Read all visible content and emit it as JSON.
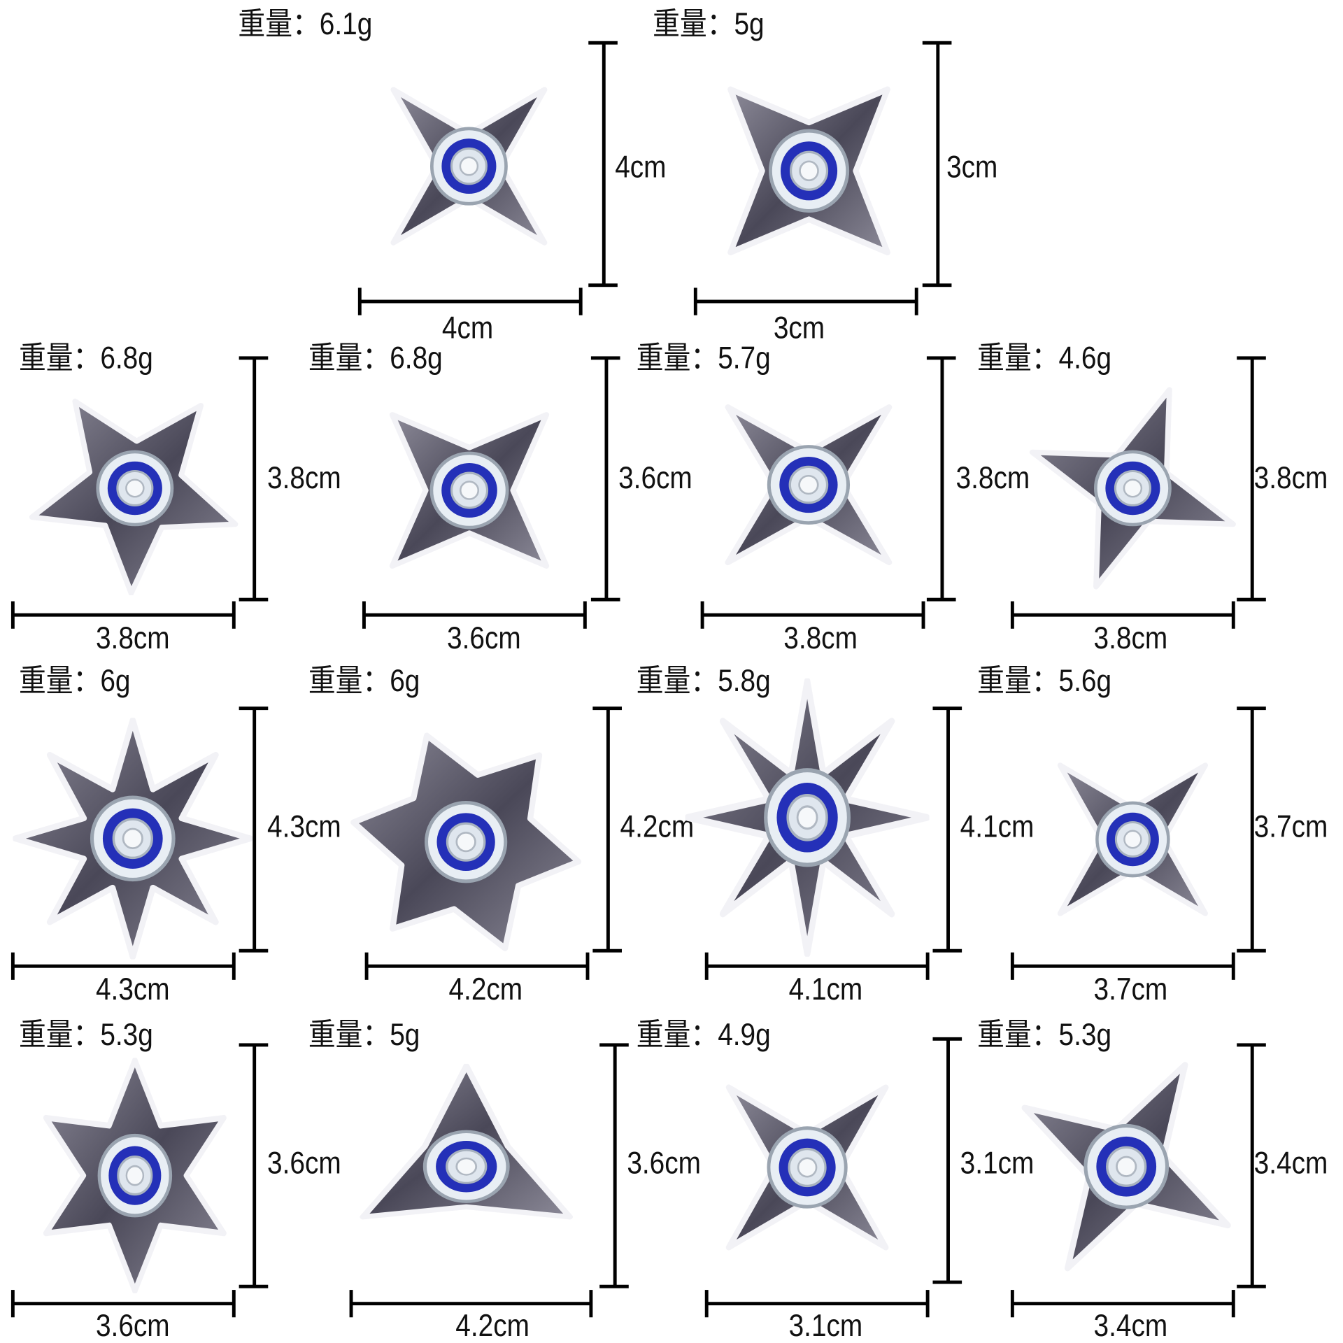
{
  "weight_prefix": "重量：",
  "colors": {
    "blade": "#4a4858",
    "blade_light": "#8c8a98",
    "bearing_blue": "#2430b8",
    "outline": "#f2f2f6",
    "text": "#111111"
  },
  "items": [
    {
      "weight": "6.1g",
      "width": "4cm",
      "height": "4cm",
      "shape": "four-point-star"
    },
    {
      "weight": "5g",
      "width": "3cm",
      "height": "3cm",
      "shape": "concave-four-point-star"
    },
    {
      "weight": "6.8g",
      "width": "3.8cm",
      "height": "3.8cm",
      "shape": "pinwheel-blades"
    },
    {
      "weight": "6.8g",
      "width": "3.6cm",
      "height": "3.6cm",
      "shape": "four-leaf-blades"
    },
    {
      "weight": "5.7g",
      "width": "3.8cm",
      "height": "3.8cm",
      "shape": "four-point-star"
    },
    {
      "weight": "4.6g",
      "width": "3.8cm",
      "height": "3.8cm",
      "shape": "curved-four-blades"
    },
    {
      "weight": "6g",
      "width": "4.3cm",
      "height": "4.3cm",
      "shape": "eight-arrow-star"
    },
    {
      "weight": "6g",
      "width": "4.2cm",
      "height": "4.2cm",
      "shape": "six-curved-blades"
    },
    {
      "weight": "5.8g",
      "width": "4.1cm",
      "height": "4.1cm",
      "shape": "eight-point-star"
    },
    {
      "weight": "5.6g",
      "width": "3.7cm",
      "height": "3.7cm",
      "shape": "four-point-star"
    },
    {
      "weight": "5.3g",
      "width": "3.6cm",
      "height": "3.6cm",
      "shape": "six-point-star"
    },
    {
      "weight": "5g",
      "width": "4.2cm",
      "height": "3.6cm",
      "shape": "three-point-star"
    },
    {
      "weight": "4.9g",
      "width": "3.1cm",
      "height": "3.1cm",
      "shape": "four-point-star"
    },
    {
      "weight": "5.3g",
      "width": "3.4cm",
      "height": "3.4cm",
      "shape": "hooked-four-blades"
    }
  ]
}
